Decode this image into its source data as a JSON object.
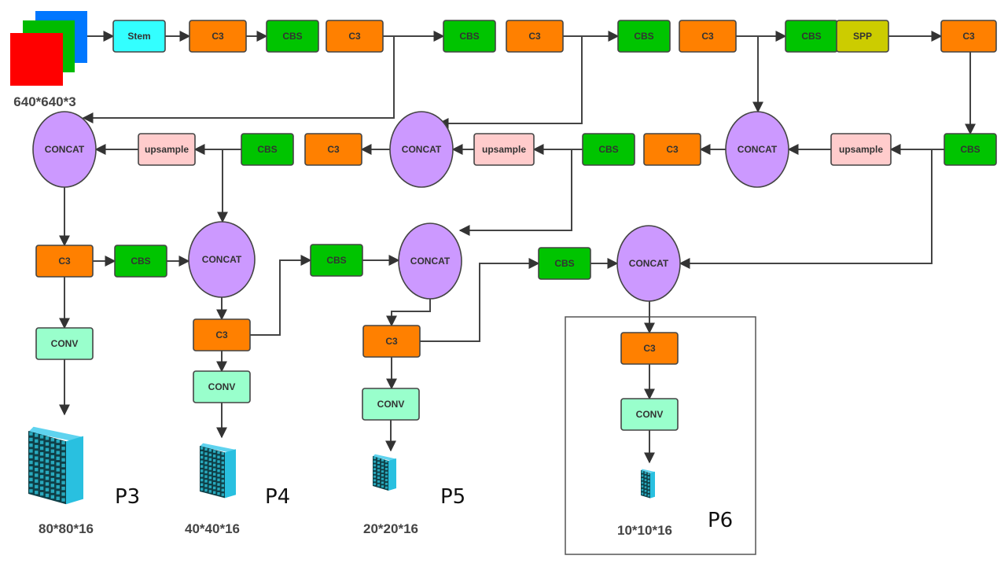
{
  "input": {
    "label": "640*640*3",
    "channel_colors": [
      "#0077ff",
      "#00bb00",
      "#ff0000"
    ]
  },
  "colors": {
    "stem": "#33ffff",
    "c3": "#ff8000",
    "cbs": "#00c400",
    "spp": "#cccc00",
    "concat": "#cc99ff",
    "upsample": "#ffcccc",
    "conv": "#99ffcc",
    "border": "#444444",
    "feature_map": "#29c0e0"
  },
  "nodes": {
    "stem": "Stem",
    "backbone_c3_1": "C3",
    "backbone_cbs_1": "CBS",
    "backbone_c3_2": "C3",
    "backbone_cbs_2": "CBS",
    "backbone_c3_3": "C3",
    "backbone_cbs_3": "CBS",
    "backbone_c3_4": "C3",
    "backbone_cbs_4": "CBS",
    "spp": "SPP",
    "backbone_c3_5": "C3",
    "neck_cbs_top": "CBS",
    "neck_upsample_1": "upsample",
    "neck_concat_1": "CONCAT",
    "neck_c3_1": "C3",
    "neck_cbs_1": "CBS",
    "neck_upsample_2": "upsample",
    "neck_concat_2": "CONCAT",
    "neck_c3_2": "C3",
    "neck_cbs_2": "CBS",
    "neck_upsample_3": "upsample",
    "neck_concat_3": "CONCAT",
    "head_c3_p3": "C3",
    "head_cbs_p3": "CBS",
    "head_concat_p4": "CONCAT",
    "head_c3_p4": "C3",
    "head_cbs_p4": "CBS",
    "head_concat_p5": "CONCAT",
    "head_c3_p5": "C3",
    "head_cbs_p5": "CBS",
    "head_concat_p6": "CONCAT",
    "head_c3_p6": "C3",
    "conv_p3": "CONV",
    "conv_p4": "CONV",
    "conv_p5": "CONV",
    "conv_p6": "CONV"
  },
  "outputs": [
    {
      "name": "P3",
      "size": "80*80*16"
    },
    {
      "name": "P4",
      "size": "40*40*16"
    },
    {
      "name": "P5",
      "size": "20*20*16"
    },
    {
      "name": "P6",
      "size": "10*10*16"
    }
  ]
}
